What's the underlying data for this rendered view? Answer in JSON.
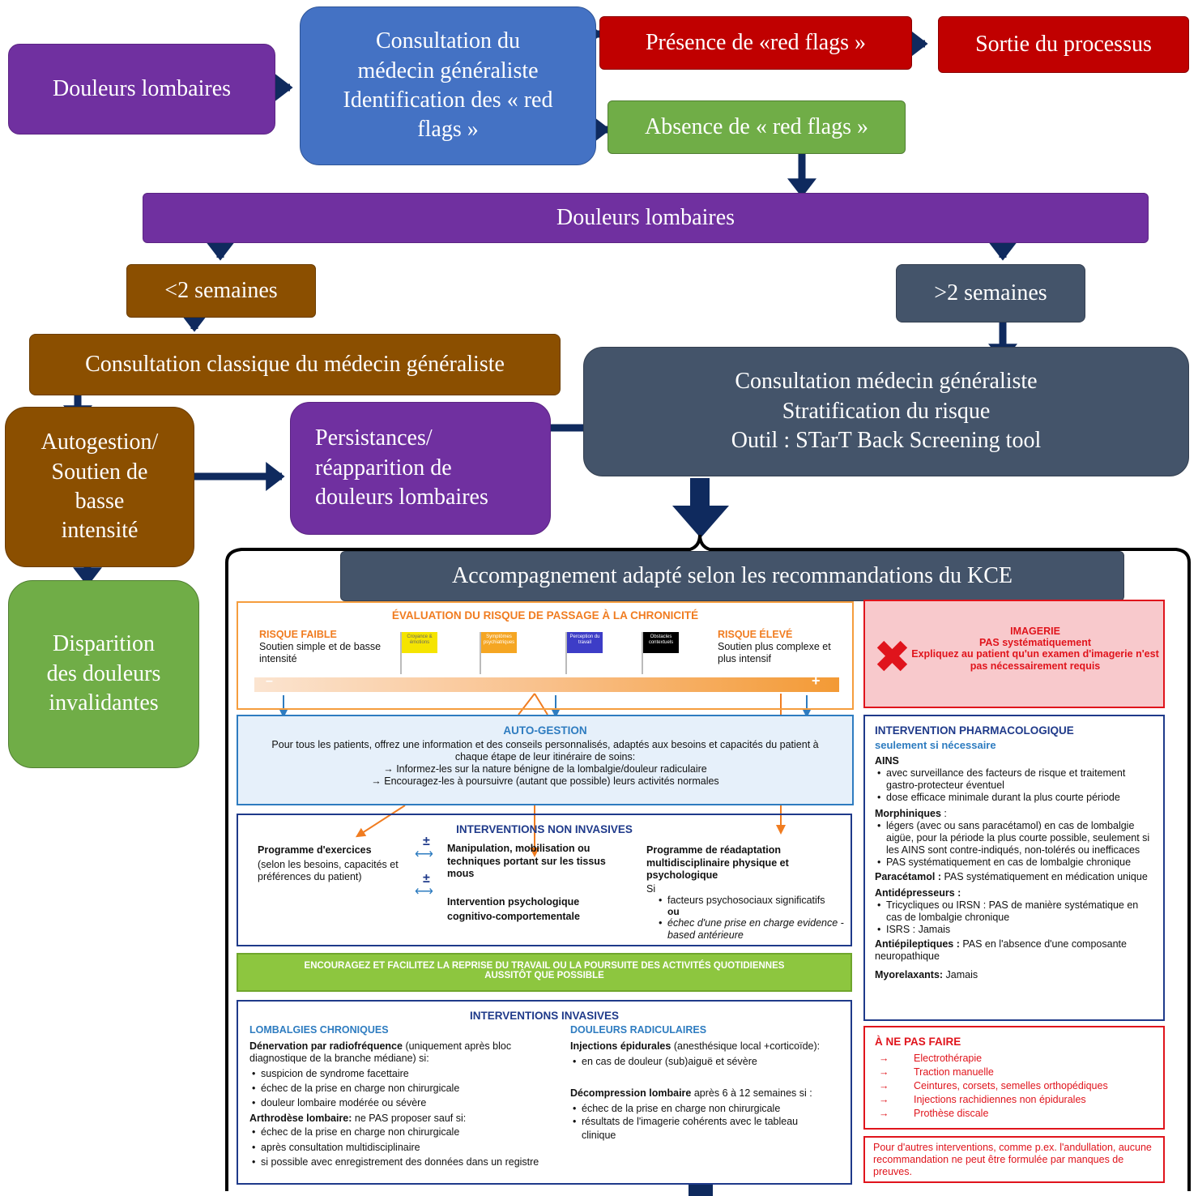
{
  "flow": {
    "start": "Douleurs lombaires",
    "consultation": [
      "Consultation du",
      "médecin généraliste",
      "Identification des « red",
      "flags »"
    ],
    "red_flags_present": "Présence de «red flags »",
    "exit": "Sortie du processus",
    "red_flags_absent": "Absence de « red flags »",
    "main_bar": "Douleurs lombaires",
    "lt2": "<2 semaines",
    "gt2": ">2 semaines",
    "classic_consult": "Consultation classique du médecin généraliste",
    "autogestion": [
      "Autogestion/",
      "Soutien de",
      "basse",
      "intensité"
    ],
    "persistance": [
      "Persistances/",
      "réapparition de",
      "douleurs lombaires"
    ],
    "risk_consult": [
      "Consultation médecin généraliste",
      "Stratification du risque",
      "Outil : STarT Back Screening tool"
    ],
    "disparition": [
      "Disparition",
      "des douleurs",
      "invalidantes"
    ],
    "kce_title": "Accompagnement adapté selon les recommandations du KCE"
  },
  "evaluation": {
    "title": "ÉVALUATION DU RISQUE DE PASSAGE À LA CHRONICITÉ",
    "low_title": "RISQUE FAIBLE",
    "low_text": "Soutien simple et de basse intensité",
    "high_title": "RISQUE ÉLEVÉ",
    "high_text": "Soutien plus complexe et plus intensif",
    "flags": [
      "Croyance & émotions",
      "Symptômes psychiatriques",
      "Perception du travail",
      "Obstacles contextuels"
    ],
    "minus": "–",
    "plus": "+"
  },
  "autogestion_panel": {
    "title": "AUTO-GESTION",
    "text": "Pour tous les patients, offrez une information et des conseils personnalisés, adaptés aux besoins et capacités du patient à chaque étape de leur itinéraire de soins:",
    "items": [
      "→  Informez-les sur la nature bénigne de la lombalgie/douleur radiculaire",
      "→  Encouragez-les à poursuivre (autant que possible) leurs activités normales"
    ]
  },
  "non_invasive": {
    "title": "INTERVENTIONS NON INVASIVES",
    "exercise_title": "Programme d'exercices",
    "exercise_text": "(selon les besoins, capacités et préférences  du patient)",
    "plusminus": "±",
    "manip": "Manipulation, mobilisation ou techniques portant sur les tissus mous",
    "psycho": "Intervention psychologique cognitivo-comportementale",
    "readapt_title": "Programme de réadaptation multidisciplinaire physique et psychologique",
    "si": "Si",
    "readapt_items": [
      "facteurs psychosociaux significatifs",
      "échec d'une prise en charge evidence -based antérieure"
    ],
    "ou": "ou"
  },
  "encourage": [
    "ENCOURAGEZ ET FACILITEZ LA REPRISE DU TRAVAIL OU LA POURSUITE DES ACTIVITÉS QUOTIDIENNES",
    "AUSSITÔT QUE POSSIBLE"
  ],
  "invasive": {
    "title": "INTERVENTIONS INVASIVES",
    "chronic_title": "LOMBALGIES CHRONIQUES",
    "denervation_bold": "Dénervation par radiofréquence",
    "denervation_rest": "(uniquement après bloc diagnostique de la branche médiane) si:",
    "denervation_items": [
      "suspicion de syndrome facettaire",
      "échec de la prise en charge non chirurgicale",
      "douleur lombaire modérée ou sévère"
    ],
    "arthrodese_bold": "Arthrodèse lombaire:",
    "arthrodese_rest": "ne PAS proposer sauf si:",
    "arthrodese_items": [
      "échec de la prise en charge non chirurgicale",
      "après consultation multidisciplinaire",
      "si possible avec enregistrement des données dans un registre"
    ],
    "radicular_title": "DOULEURS RADICULAIRES",
    "injections_bold": "Injections épidurales",
    "injections_rest": "(anesthésique local +corticoïde):",
    "injections_items": [
      "en cas de douleur (sub)aiguë et sévère"
    ],
    "decomp_bold": "Décompression lombaire",
    "decomp_rest": "après 6 à 12 semaines si :",
    "decomp_items": [
      "échec de la prise en charge non chirurgicale",
      "résultats de l'imagerie cohérents avec le tableau clinique"
    ]
  },
  "imagerie": {
    "title": "IMAGERIE",
    "line1": "PAS systématiquement",
    "line2": "Expliquez au patient qu'un examen d'imagerie n'est pas nécessairement requis"
  },
  "pharma": {
    "title": "INTERVENTION PHARMACOLOGIQUE",
    "subtitle": "seulement si nécessaire",
    "ains_title": "AINS",
    "ains_items": [
      "avec surveillance des facteurs de risque et traitement gastro-protecteur éventuel",
      "dose efficace minimale durant la plus courte période"
    ],
    "morph_title": "Morphiniques",
    "morph_colon": " :",
    "morph_items": [
      "légers (avec ou sans paracétamol) en cas de lombalgie aigüe, pour la période la plus courte possible, seulement si les AINS sont contre-indiqués, non-tolérés ou inefficaces",
      "PAS systématiquement en cas de lombalgie chronique"
    ],
    "para_title": "Paracétamol :",
    "para_text": "PAS systématiquement en médication unique",
    "antidep_title": "Antidépresseurs :",
    "antidep_items": [
      "Tricycliques ou IRSN : PAS de manière systématique en cas de lombalgie chronique",
      "ISRS : Jamais"
    ],
    "antiep_title": "Antiépileptiques :",
    "antiep_text": "PAS en l'absence d'une composante neuropathique",
    "myo_title": "Myorelaxants:",
    "myo_text": "Jamais"
  },
  "ne_pas_faire": {
    "title": "À NE PAS FAIRE",
    "items": [
      "Electrothérapie",
      "Traction manuelle",
      "Ceintures, corsets, semelles orthopédiques",
      "Injections rachidiennes non épidurales",
      "Prothèse discale"
    ]
  },
  "autres": "Pour d'autres interventions, comme p.ex. l'andullation, aucune recommandation ne peut être formulée par manques de preuves.",
  "colors": {
    "purple": "#7030a0",
    "blue": "#4472c4",
    "red": "#c00000",
    "green": "#70ad47",
    "brown": "#8b4f00",
    "slate": "#44546a",
    "arrow": "#0f2a5e"
  }
}
